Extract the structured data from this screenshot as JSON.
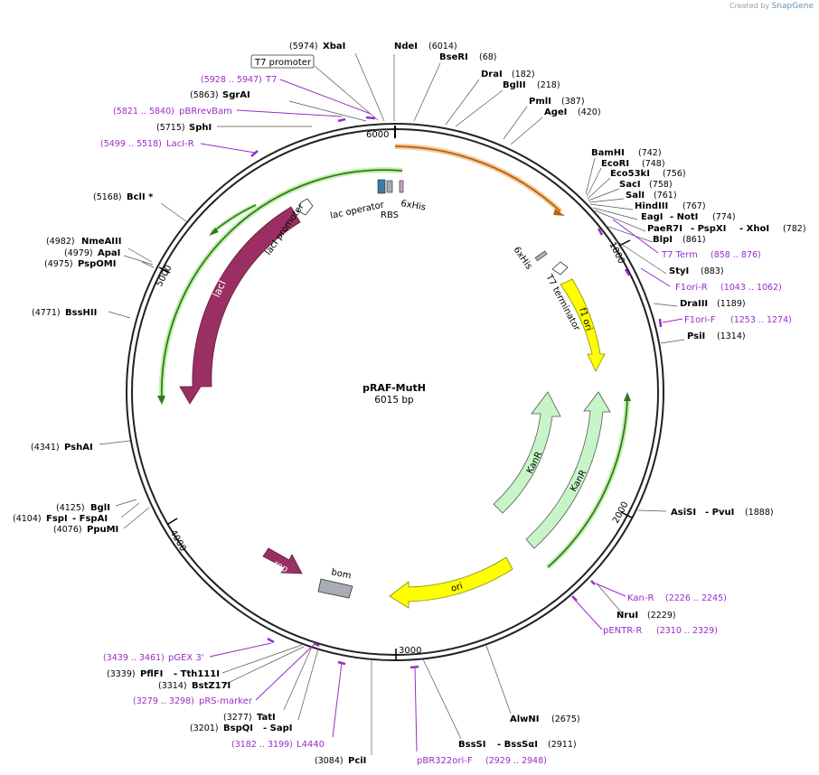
{
  "credit": {
    "prefix": "Created by",
    "brand": "SnapGene"
  },
  "plasmid": {
    "name": "pRAF-MutH",
    "size": "6015 bp"
  },
  "ticks": [
    "1000",
    "2000",
    "3000",
    "4000",
    "5000",
    "6000"
  ],
  "enzymes": [
    {
      "name": "XbaI",
      "pos": "(5974)"
    },
    {
      "name": "NdeI",
      "pos": "(6014)"
    },
    {
      "name": "BseRI",
      "pos": "(68)"
    },
    {
      "name": "DraI",
      "pos": "(182)"
    },
    {
      "name": "BglII",
      "pos": "(218)"
    },
    {
      "name": "PmlI",
      "pos": "(387)"
    },
    {
      "name": "AgeI",
      "pos": "(420)"
    },
    {
      "name": "SgrAI",
      "pos": "(5863)"
    },
    {
      "name": "SphI",
      "pos": "(5715)"
    },
    {
      "name": "BamHI",
      "pos": "(742)"
    },
    {
      "name": "EcoRI",
      "pos": "(748)"
    },
    {
      "name": "Eco53kI",
      "pos": "(756)"
    },
    {
      "name": "SacI",
      "pos": "(758)"
    },
    {
      "name": "SalI",
      "pos": "(761)"
    },
    {
      "name": "HindIII",
      "pos": "(767)"
    },
    {
      "name": "EagI",
      "name2": "- NotI",
      "pos": "(774)"
    },
    {
      "name": "PaeR7I",
      "name2": "- PspXI",
      "name3": "- XhoI",
      "pos": "(782)"
    },
    {
      "name": "BlpI",
      "pos": "(861)"
    },
    {
      "name": "StyI",
      "pos": "(883)"
    },
    {
      "name": "DraIII",
      "pos": "(1189)"
    },
    {
      "name": "PsiI",
      "pos": "(1314)"
    },
    {
      "name": "BclI *",
      "pos": "(5168)"
    },
    {
      "name": "NmeAIII",
      "pos": "(4982)"
    },
    {
      "name": "ApaI",
      "pos": "(4979)"
    },
    {
      "name": "PspOMI",
      "pos": "(4975)"
    },
    {
      "name": "BssHII",
      "pos": "(4771)"
    },
    {
      "name": "PshAI",
      "pos": "(4341)"
    },
    {
      "name": "BglI",
      "pos": "(4125)"
    },
    {
      "name": "FspI",
      "name2": "- FspAI",
      "pos": "(4104)"
    },
    {
      "name": "PpuMI",
      "pos": "(4076)"
    },
    {
      "name": "AsiSI",
      "name2": "- PvuI",
      "pos": "(1888)"
    },
    {
      "name": "NruI",
      "pos": "(2229)"
    },
    {
      "name": "AlwNI",
      "pos": "(2675)"
    },
    {
      "name": "BssSI",
      "name2": "- BssSαI",
      "pos": "(2911)"
    },
    {
      "name": "PciI",
      "pos": "(3084)"
    },
    {
      "name": "BspQI",
      "name2": "- SapI",
      "pos": "(3201)"
    },
    {
      "name": "TatI",
      "pos": "(3277)"
    },
    {
      "name": "BstZ17I",
      "pos": "(3314)"
    },
    {
      "name": "PflFI",
      "name2": "- Tth111I",
      "pos": "(3339)"
    }
  ],
  "primers": [
    {
      "name": "T7",
      "range": "(5928 .. 5947)"
    },
    {
      "name": "pBRrevBam",
      "range": "(5821 .. 5840)"
    },
    {
      "name": "LacI-R",
      "range": "(5499 .. 5518)"
    },
    {
      "name": "T7 Term",
      "range": "(858 .. 876)"
    },
    {
      "name": "F1ori-R",
      "range": "(1043 .. 1062)"
    },
    {
      "name": "F1ori-F",
      "range": "(1253 .. 1274)"
    },
    {
      "name": "Kan-R",
      "range": "(2226 .. 2245)"
    },
    {
      "name": "pENTR-R",
      "range": "(2310 .. 2329)"
    },
    {
      "name": "pBR322ori-F",
      "range": "(2929 .. 2948)"
    },
    {
      "name": "L4440",
      "range": "(3182 .. 3199)"
    },
    {
      "name": "pRS-marker",
      "range": "(3279 .. 3298)"
    },
    {
      "name": "pGEX 3'",
      "range": "(3439 .. 3461)"
    }
  ],
  "features": {
    "t7_promoter_box": "T7 promoter",
    "lac_operator": "lac operator",
    "rbs": "RBS",
    "his_tag_top": "6xHis",
    "lacI_promoter": "lacI promoter",
    "lacI": "lacI",
    "his_tag_right": "6xHis",
    "t7_terminator": "T7 terminator",
    "f1_ori": "f1 ori",
    "kanR_inner": "KanR",
    "kanR_outer": "KanR",
    "ori": "ori",
    "rop": "rop",
    "bom": "bom"
  },
  "colors": {
    "lacI": "#9b2f63",
    "rop": "#9b2f63",
    "f1_ori": "#ffff00",
    "ori": "#ffff00",
    "kanR": "#c8f5c8",
    "green_line": "#2f7a1f",
    "orange_line": "#b8620a",
    "bom": "#a9adb3",
    "primer": "#9a2bc8"
  }
}
